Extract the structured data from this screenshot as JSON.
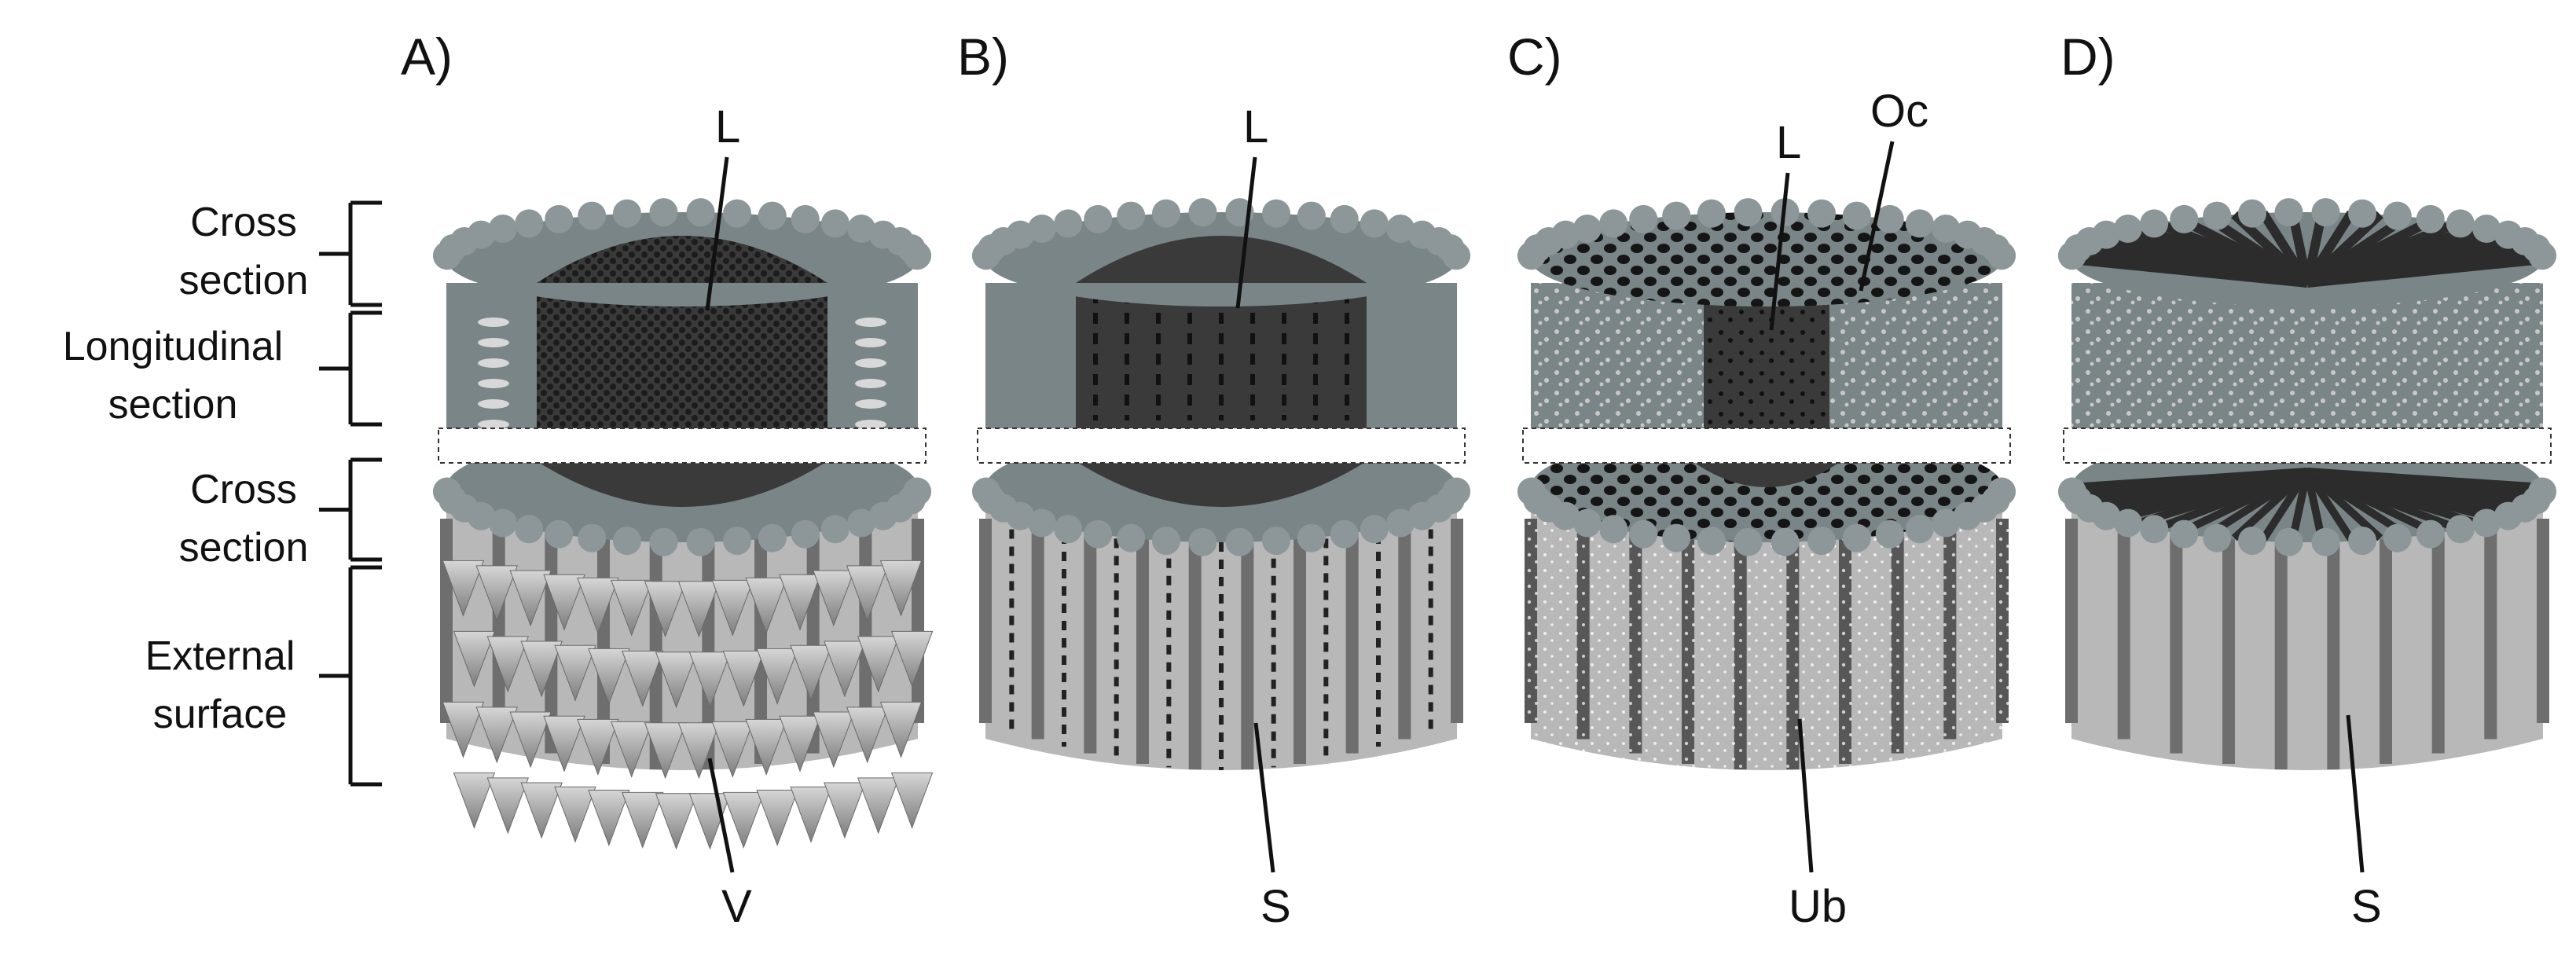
{
  "panels": [
    {
      "id": "A",
      "label": "A)",
      "top_label": "L",
      "bottom_label": "V"
    },
    {
      "id": "B",
      "label": "B)",
      "top_label": "L",
      "bottom_label": "S"
    },
    {
      "id": "C",
      "label": "C)",
      "top_label": "L",
      "top_label_2": "Oc",
      "bottom_label": "Ub"
    },
    {
      "id": "D",
      "label": "D)",
      "bottom_label": "S"
    }
  ],
  "row_labels": {
    "cross_section_top": "Cross\nsection",
    "longitudinal_section": "Longitudinal\nsection",
    "cross_section_bottom": "Cross\nsection",
    "external_surface": "External\nsurface"
  },
  "colors": {
    "lumen": "#3a3a3a",
    "wall": "#7a8587",
    "wall_light": "#8d9799",
    "ridge": "#b4b4b4",
    "groove": "#6e6e6e",
    "dark": "#2c2c2c",
    "speck": "#c8c8c8"
  }
}
